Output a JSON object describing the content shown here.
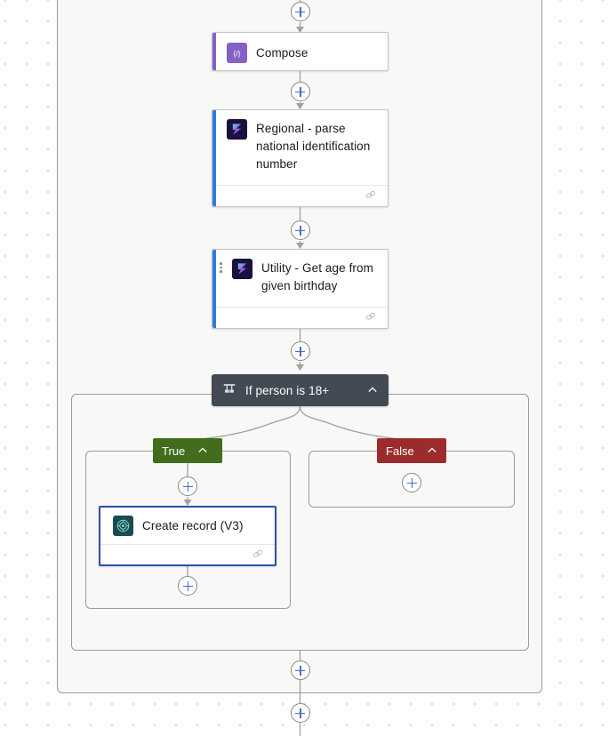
{
  "app": {
    "name": "power-automate-flow-designer",
    "canvas_background": "#ffffff",
    "scope_background": "#f8f8f6"
  },
  "colors": {
    "accent_compose": "#8661c5",
    "accent_flow": "#2c7ce0",
    "selected_border": "#2c4eb0",
    "condition_bg": "#434a54",
    "true_badge": "#436c1c",
    "false_badge": "#9c2c2c",
    "plus_glyph": "#4b68d4",
    "connector": "#a0a0a0"
  },
  "nodes": {
    "compose": {
      "title": "Compose",
      "icon": "compose-braces-icon",
      "accent": "#8661c5",
      "has_footer": false,
      "selected": false
    },
    "regional_parse": {
      "title": "Regional - parse national identification number",
      "icon": "power-automate-flow-icon",
      "accent": "#2c7ce0",
      "has_footer": true,
      "footer_icon": "link-chain-icon",
      "selected": false
    },
    "utility_age": {
      "title": "Utility - Get age from given birthday",
      "icon": "power-automate-flow-icon",
      "accent": "#2c7ce0",
      "has_footer": true,
      "footer_icon": "link-chain-icon",
      "selected": false,
      "has_drag_handle": true
    },
    "condition": {
      "title": "If person is 18+",
      "icon": "condition-branch-icon",
      "collapse_icon": "chevron-up-icon"
    },
    "create_record": {
      "title": "Create record (V3)",
      "icon": "dataverse-icon",
      "has_footer": true,
      "footer_icon": "link-chain-icon",
      "selected": true
    }
  },
  "branches": {
    "true": {
      "label": "True",
      "collapse_icon": "chevron-up-icon",
      "color": "#436c1c"
    },
    "false": {
      "label": "False",
      "collapse_icon": "chevron-up-icon",
      "color": "#9c2c2c"
    }
  },
  "add_buttons": [
    {
      "id": "add-above-compose",
      "label": "+"
    },
    {
      "id": "add-after-compose",
      "label": "+"
    },
    {
      "id": "add-after-regional",
      "label": "+"
    },
    {
      "id": "add-after-utility",
      "label": "+"
    },
    {
      "id": "add-true-before-create",
      "label": "+"
    },
    {
      "id": "add-true-after-create",
      "label": "+"
    },
    {
      "id": "add-false-branch",
      "label": "+"
    },
    {
      "id": "add-after-condition",
      "label": "+"
    },
    {
      "id": "add-after-scope",
      "label": "+"
    }
  ]
}
